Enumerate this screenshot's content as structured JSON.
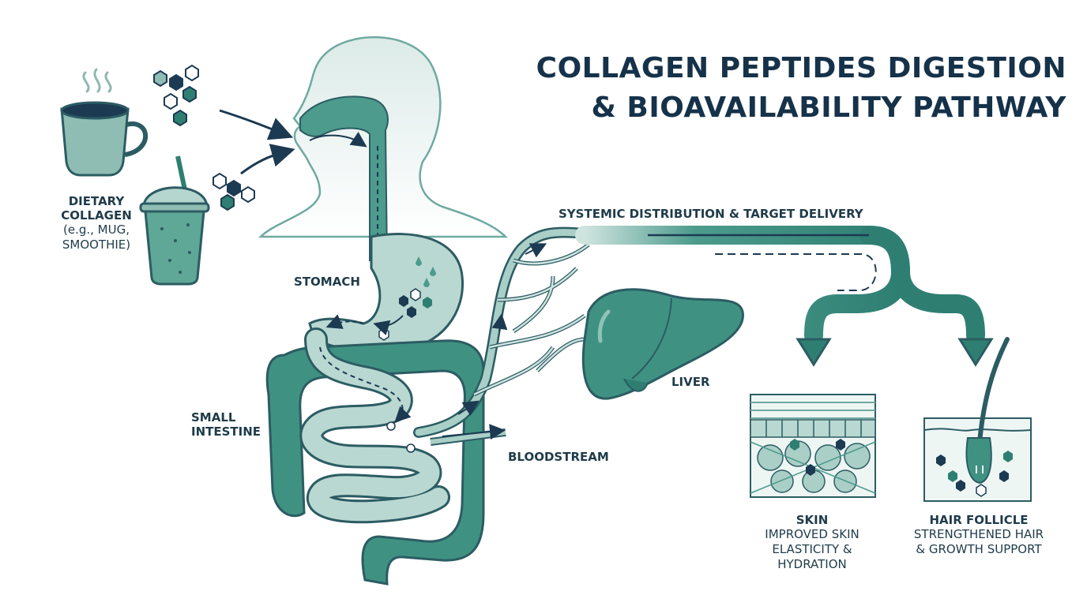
{
  "title": {
    "line1": "COLLAGEN PEPTIDES DIGESTION",
    "line2": "& BIOAVAILABILITY PATHWAY"
  },
  "labels": {
    "dietary": {
      "line1": "DIETARY",
      "line2": "COLLAGEN",
      "line3": "(e.g., MUG,",
      "line4": "SMOOTHIE)"
    },
    "stomach": "STOMACH",
    "small_intestine": {
      "line1": "SMALL",
      "line2": "INTESTINE"
    },
    "bloodstream": "BLOODSTREAM",
    "liver": "LIVER",
    "systemic": "SYSTEMIC DISTRIBUTION & TARGET DELIVERY",
    "skin": {
      "title": "SKIN",
      "line1": "IMPROVED SKIN",
      "line2": "ELASTICITY &",
      "line3": "HYDRATION"
    },
    "hair": {
      "title": "HAIR FOLLICLE",
      "line1": "STRENGTHENED HAIR",
      "line2": "& GROWTH SUPPORT"
    }
  },
  "colors": {
    "teal_dark": "#2e7f72",
    "teal": "#4c9b8c",
    "teal_light": "#cfe4df",
    "navy": "#1c3a52",
    "outline": "#2c5c63"
  }
}
